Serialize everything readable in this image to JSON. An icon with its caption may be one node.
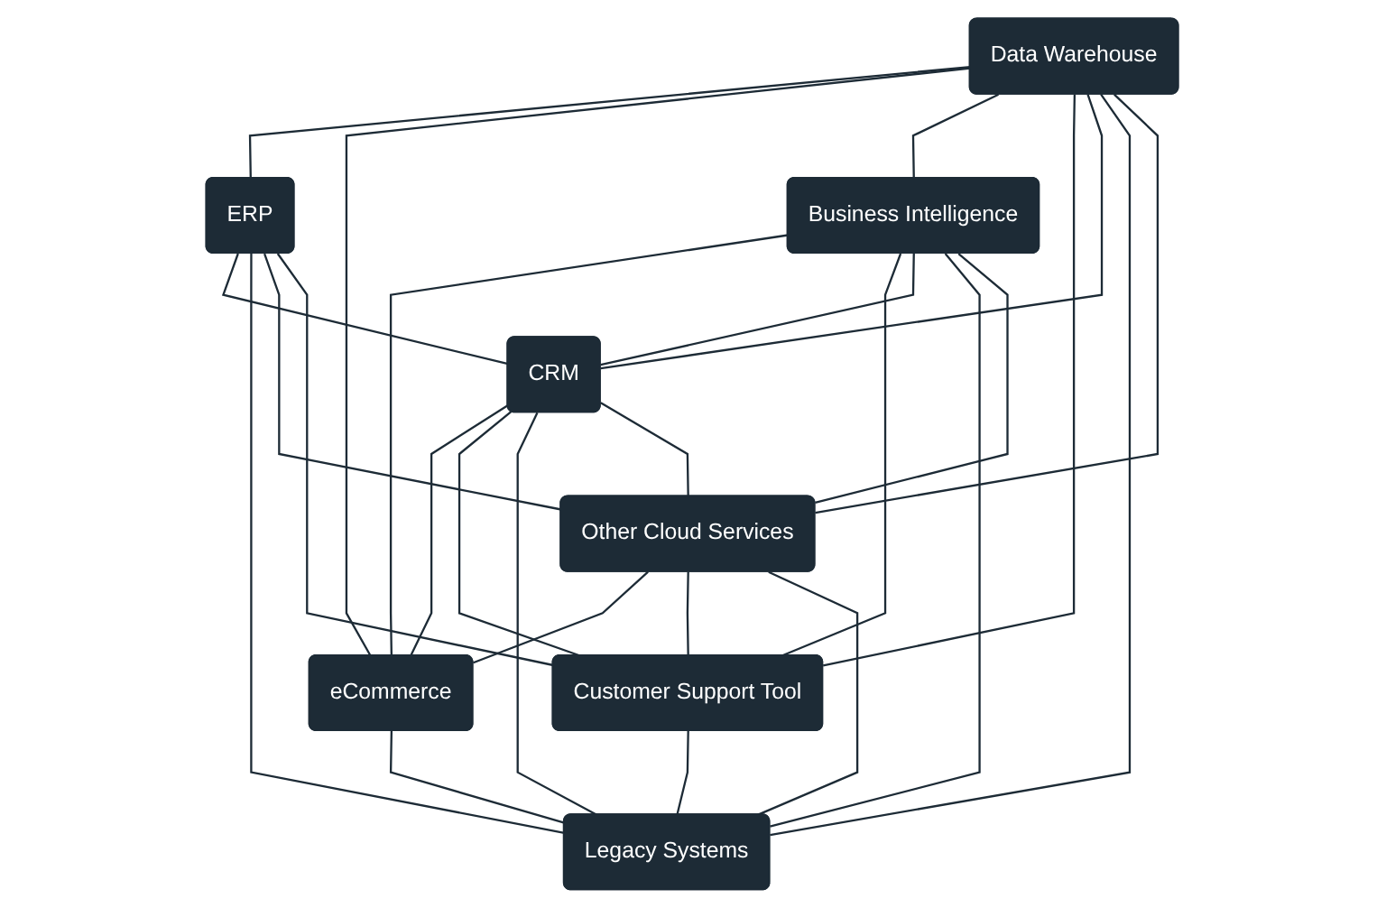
{
  "diagram": {
    "nodes": [
      {
        "text": [
          "ERP"
        ]
      },
      {
        "text": [
          "Data Warehouse"
        ]
      },
      {
        "text": [
          "eCommerce"
        ]
      },
      {
        "text": [
          "Business Intelligence"
        ]
      },
      {
        "text": [
          "Customer Support Tool"
        ]
      },
      {
        "text": [
          "CRM"
        ]
      },
      {
        "text": [
          "Legacy Systems"
        ]
      },
      {
        "text": [
          "Other Cloud Services"
        ]
      }
    ],
    "edges": [
      {
        "from": 1,
        "to": 0,
        "arrow": "none"
      },
      {
        "from": 0,
        "to": 5,
        "arrow": "none"
      },
      {
        "from": 0,
        "to": 6,
        "arrow": "none"
      },
      {
        "from": 0,
        "to": 7,
        "arrow": "none"
      },
      {
        "from": 0,
        "to": 4,
        "arrow": "none"
      },
      {
        "from": 1,
        "to": 2,
        "arrow": "none"
      },
      {
        "from": 1,
        "to": 3,
        "arrow": "none"
      },
      {
        "from": 1,
        "to": 4,
        "arrow": "none"
      },
      {
        "from": 1,
        "to": 5,
        "arrow": "none"
      },
      {
        "from": 1,
        "to": 6,
        "arrow": "none"
      },
      {
        "from": 1,
        "to": 7,
        "arrow": "none"
      },
      {
        "from": 3,
        "to": 2,
        "arrow": "none"
      },
      {
        "from": 3,
        "to": 4,
        "arrow": "none"
      },
      {
        "from": 3,
        "to": 5,
        "arrow": "none"
      },
      {
        "from": 3,
        "to": 6,
        "arrow": "none"
      },
      {
        "from": 3,
        "to": 7,
        "arrow": "none"
      },
      {
        "from": 5,
        "to": 2,
        "arrow": "none"
      },
      {
        "from": 5,
        "to": 4,
        "arrow": "none"
      },
      {
        "from": 5,
        "to": 6,
        "arrow": "none"
      },
      {
        "from": 5,
        "to": 7,
        "arrow": "none"
      },
      {
        "from": 7,
        "to": 2,
        "arrow": "none"
      },
      {
        "from": 7,
        "to": 4,
        "arrow": "none"
      },
      {
        "from": 7,
        "to": 6,
        "arrow": "none"
      },
      {
        "from": 2,
        "to": 6,
        "arrow": "none"
      },
      {
        "from": 4,
        "to": 6,
        "arrow": "none"
      }
    ]
  }
}
